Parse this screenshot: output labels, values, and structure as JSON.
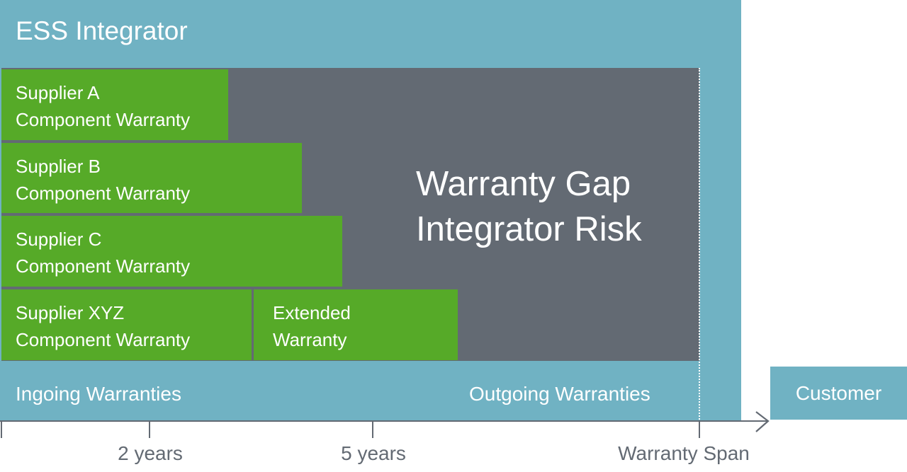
{
  "diagram": {
    "title": "ESS Integrator",
    "gap_label": {
      "line1": "Warranty Gap",
      "line2": "Integrator Risk"
    },
    "bars": [
      {
        "line1": "Supplier A",
        "line2": "Component Warranty"
      },
      {
        "line1": "Supplier B",
        "line2": "Component Warranty"
      },
      {
        "line1": "Supplier C",
        "line2": "Component Warranty"
      },
      {
        "line1": "Supplier XYZ",
        "line2": "Component Warranty"
      },
      {
        "line1": "Extended",
        "line2": "Warranty"
      }
    ],
    "ingoing_label": "Ingoing Warranties",
    "outgoing_label": "Outgoing Warranties",
    "customer_label": "Customer",
    "axis": {
      "ticks": [
        "2 years",
        "5 years",
        "Warranty Span"
      ]
    },
    "colors": {
      "integrator": "#70b2c3",
      "gap": "#636a73",
      "warranty": "#56aa28",
      "axis": "#636a73"
    }
  }
}
